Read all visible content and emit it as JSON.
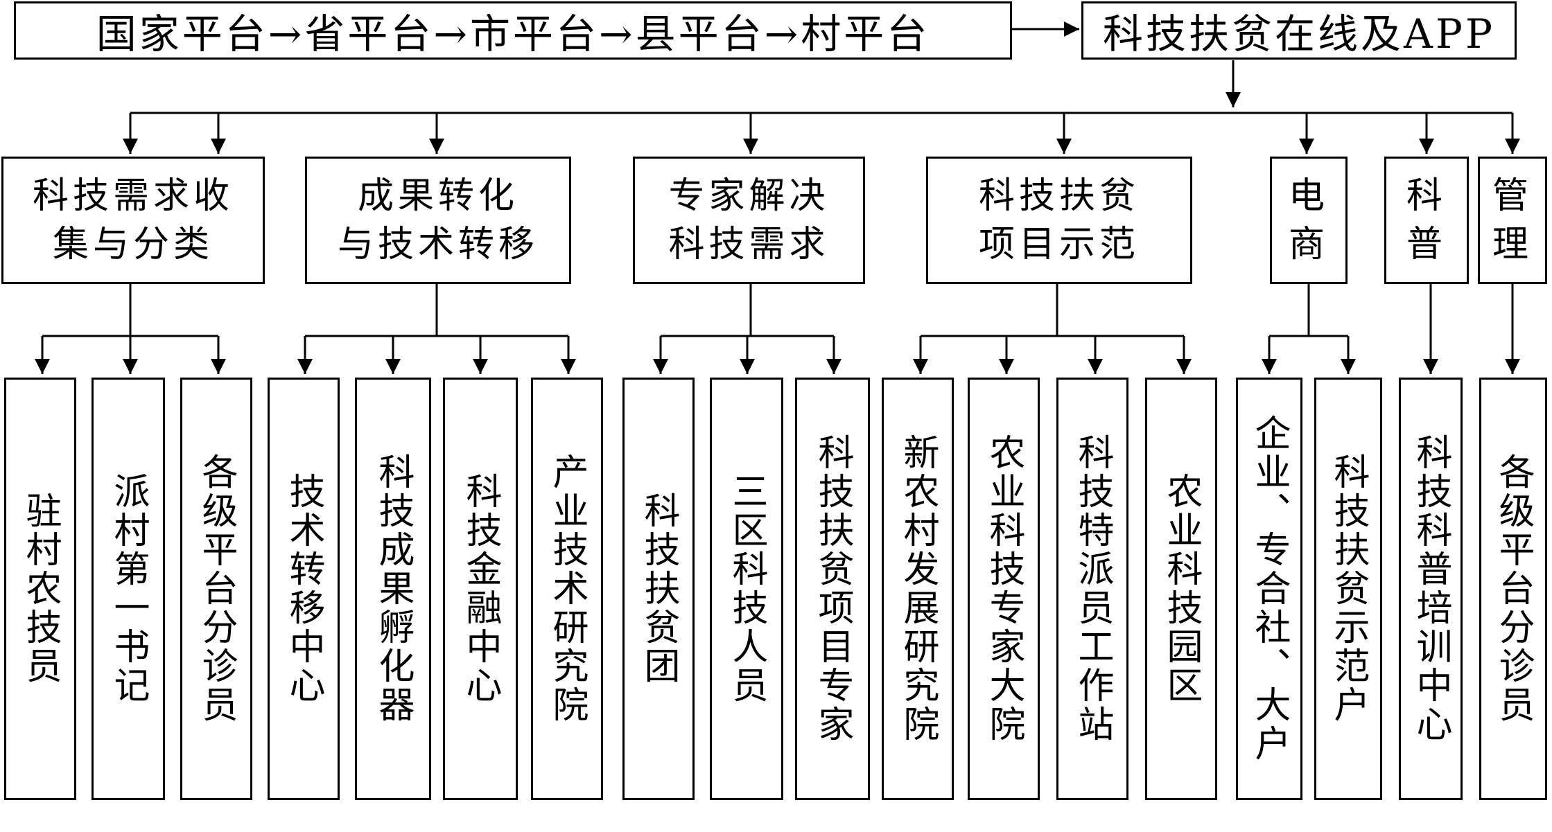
{
  "diagram": {
    "flow_chain": "国家平台→省平台→市平台→县平台→村平台",
    "root": "科技扶贫在线及APP",
    "categories": [
      {
        "label": "科技需求收集与分类",
        "lines": [
          "科技需求收",
          "集与分类"
        ],
        "children": [
          "驻村农技员",
          "派村第一书记",
          "各级平台分诊员"
        ]
      },
      {
        "label": "成果转化与技术转移",
        "lines": [
          "成果转化",
          "与技术转移"
        ],
        "children": [
          "技术转移中心",
          "科技成果孵化器",
          "科技金融中心",
          "产业技术研究院"
        ]
      },
      {
        "label": "专家解决科技需求",
        "lines": [
          "专家解决",
          "科技需求"
        ],
        "children": [
          "科技扶贫团",
          "三区科技人员",
          "科技扶贫项目专家"
        ]
      },
      {
        "label": "科技扶贫项目示范",
        "lines": [
          "科技扶贫",
          "项目示范"
        ],
        "children": [
          "新农村发展研究院",
          "农业科技专家大院",
          "科技特派员工作站",
          "农业科技园区"
        ]
      },
      {
        "label": "电商",
        "lines": [
          "电",
          "商"
        ],
        "children": [
          "企业、专合社、大户",
          "科技扶贫示范户"
        ]
      },
      {
        "label": "科普",
        "lines": [
          "科",
          "普"
        ],
        "children": [
          "科技科普培训中心"
        ]
      },
      {
        "label": "管理",
        "lines": [
          "管",
          "理"
        ],
        "children": [
          "各级平台分诊员"
        ]
      }
    ]
  }
}
